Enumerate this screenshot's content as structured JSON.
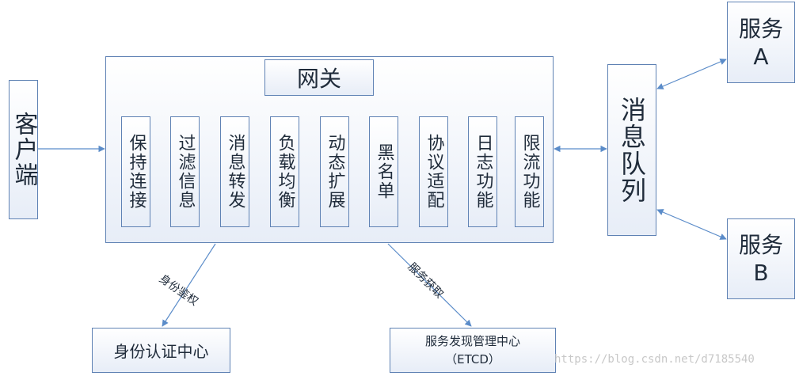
{
  "gateway": {
    "title": "网关",
    "modules": [
      "保持连接",
      "过滤信息",
      "消息转发",
      "负载均衡",
      "动态扩展",
      "黑名单",
      "协议适配",
      "日志功能",
      "限流功能"
    ]
  },
  "client": "客户端",
  "message_queue": "消息队列",
  "service_a": {
    "line1": "服务",
    "line2": "A"
  },
  "service_b": {
    "line1": "服务",
    "line2": "B"
  },
  "identity_center": "身份认证中心",
  "discovery_center": {
    "line1": "服务发现管理中心",
    "line2": "（ETCD）"
  },
  "edge_labels": {
    "auth": "身份鉴权",
    "discovery": "服务获取"
  },
  "watermark": "https://blog.csdn.net/d7185540",
  "colors": {
    "border": "#5f82b4",
    "arrow": "#5b8cc9",
    "fill_top": "#ffffff",
    "fill_bottom": "#e7edf7"
  }
}
